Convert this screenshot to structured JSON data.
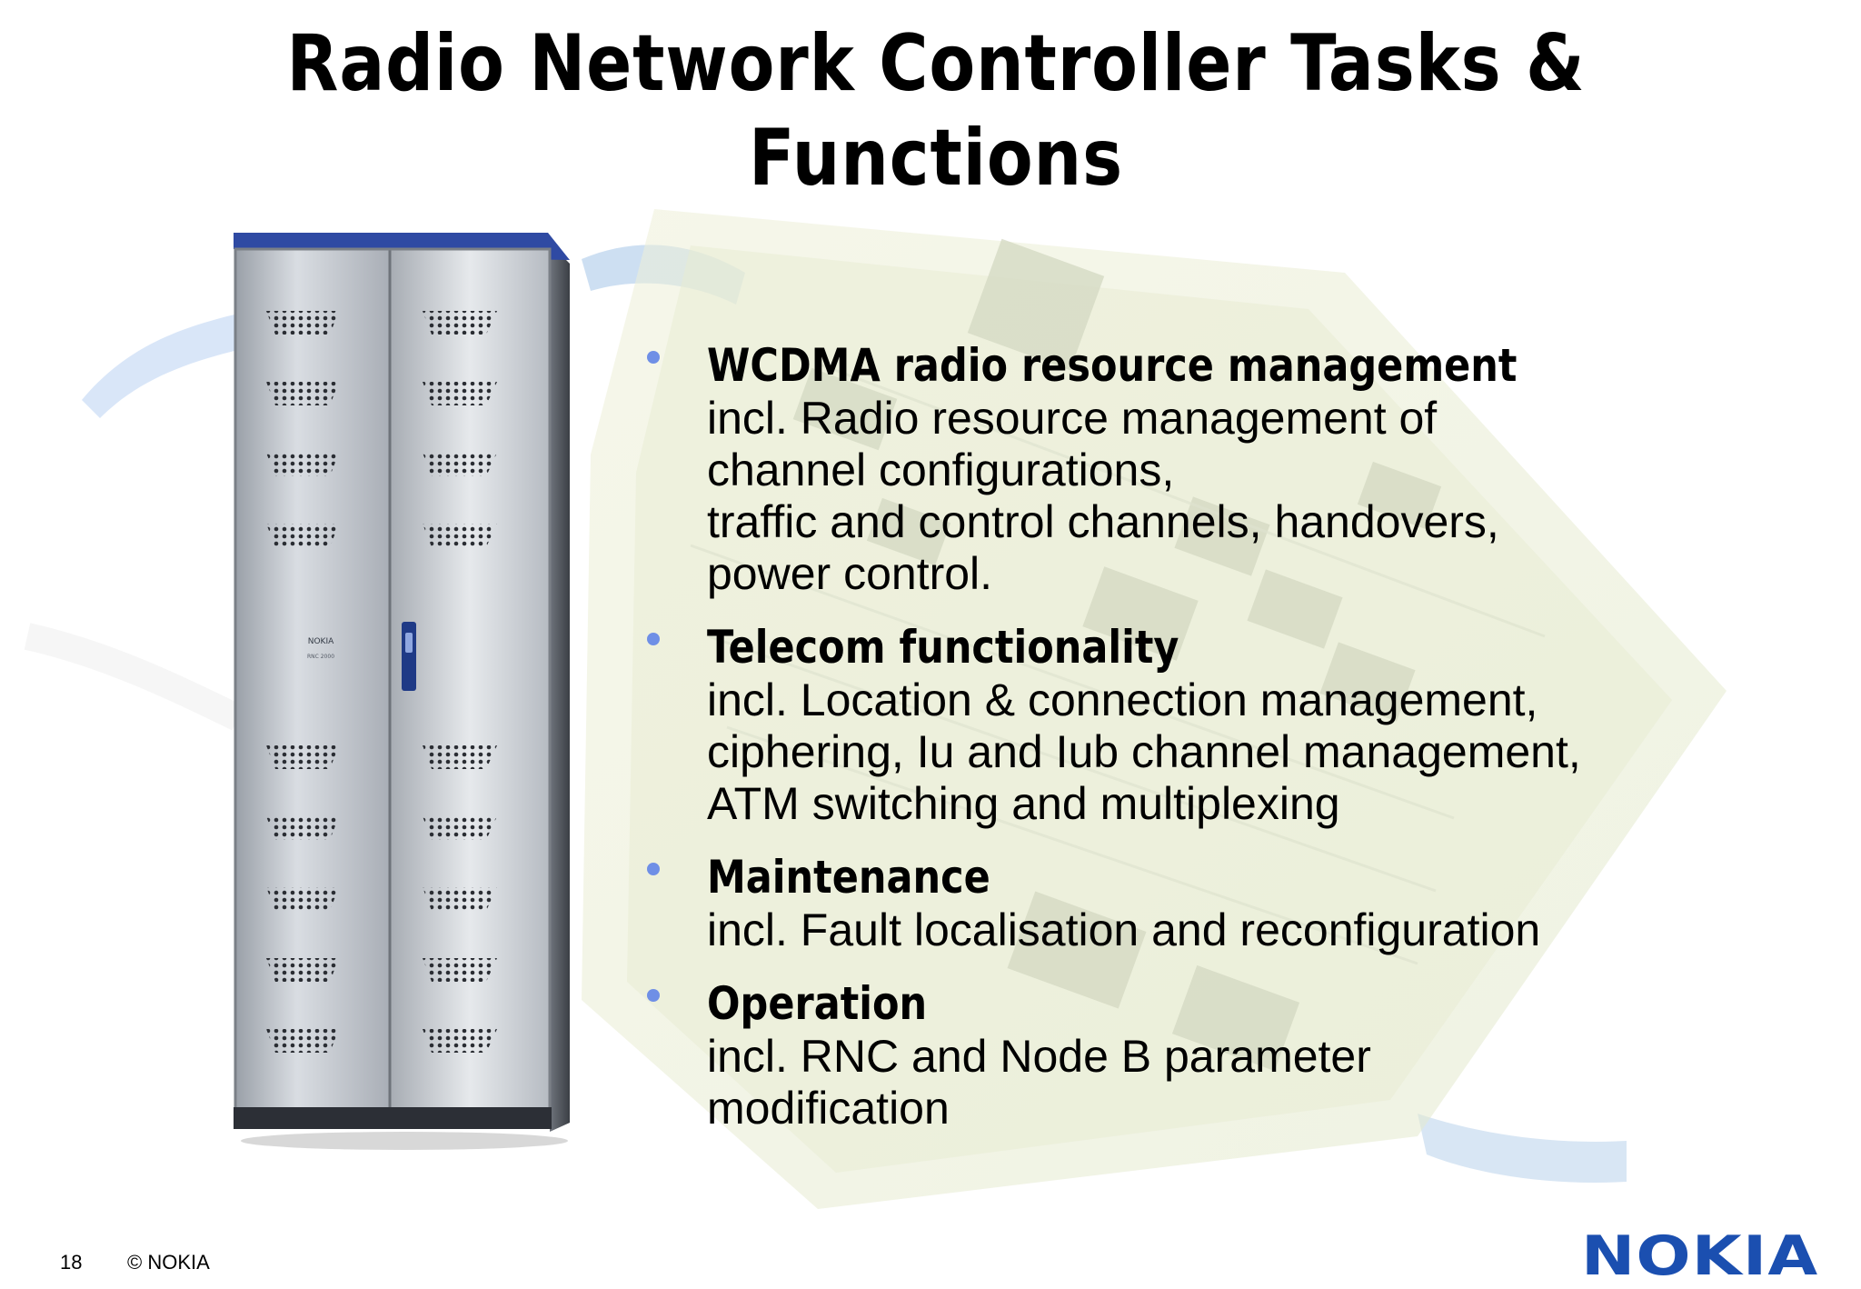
{
  "slide": {
    "title_line1": "Radio Network Controller Tasks &",
    "title_line2": "Functions",
    "bullets": [
      {
        "heading": "WCDMA radio resource management",
        "lines": [
          "incl. Radio resource management of",
          "channel configurations,",
          "traffic and control channels, handovers,",
          "power control."
        ]
      },
      {
        "heading": "Telecom functionality",
        "lines": [
          "incl. Location & connection management,",
          "ciphering, Iu and Iub channel management,",
          "ATM switching and multiplexing"
        ]
      },
      {
        "heading": "Maintenance",
        "lines": [
          "incl. Fault localisation and reconfiguration"
        ]
      },
      {
        "heading": "Operation",
        "lines": [
          "incl. RNC and Node B parameter",
          "modification"
        ]
      }
    ]
  },
  "footer": {
    "page_number": "18",
    "copyright": "© NOKIA"
  },
  "logo": {
    "text": "NOKIA",
    "color": "#1b4fb0"
  },
  "cabinet": {
    "brand_label": "NOKIA",
    "model_label": "RNC 2000"
  },
  "colors": {
    "bullet": "#6f8fe6",
    "cabinet_top": "#2f4aa3",
    "background": "#ffffff"
  }
}
